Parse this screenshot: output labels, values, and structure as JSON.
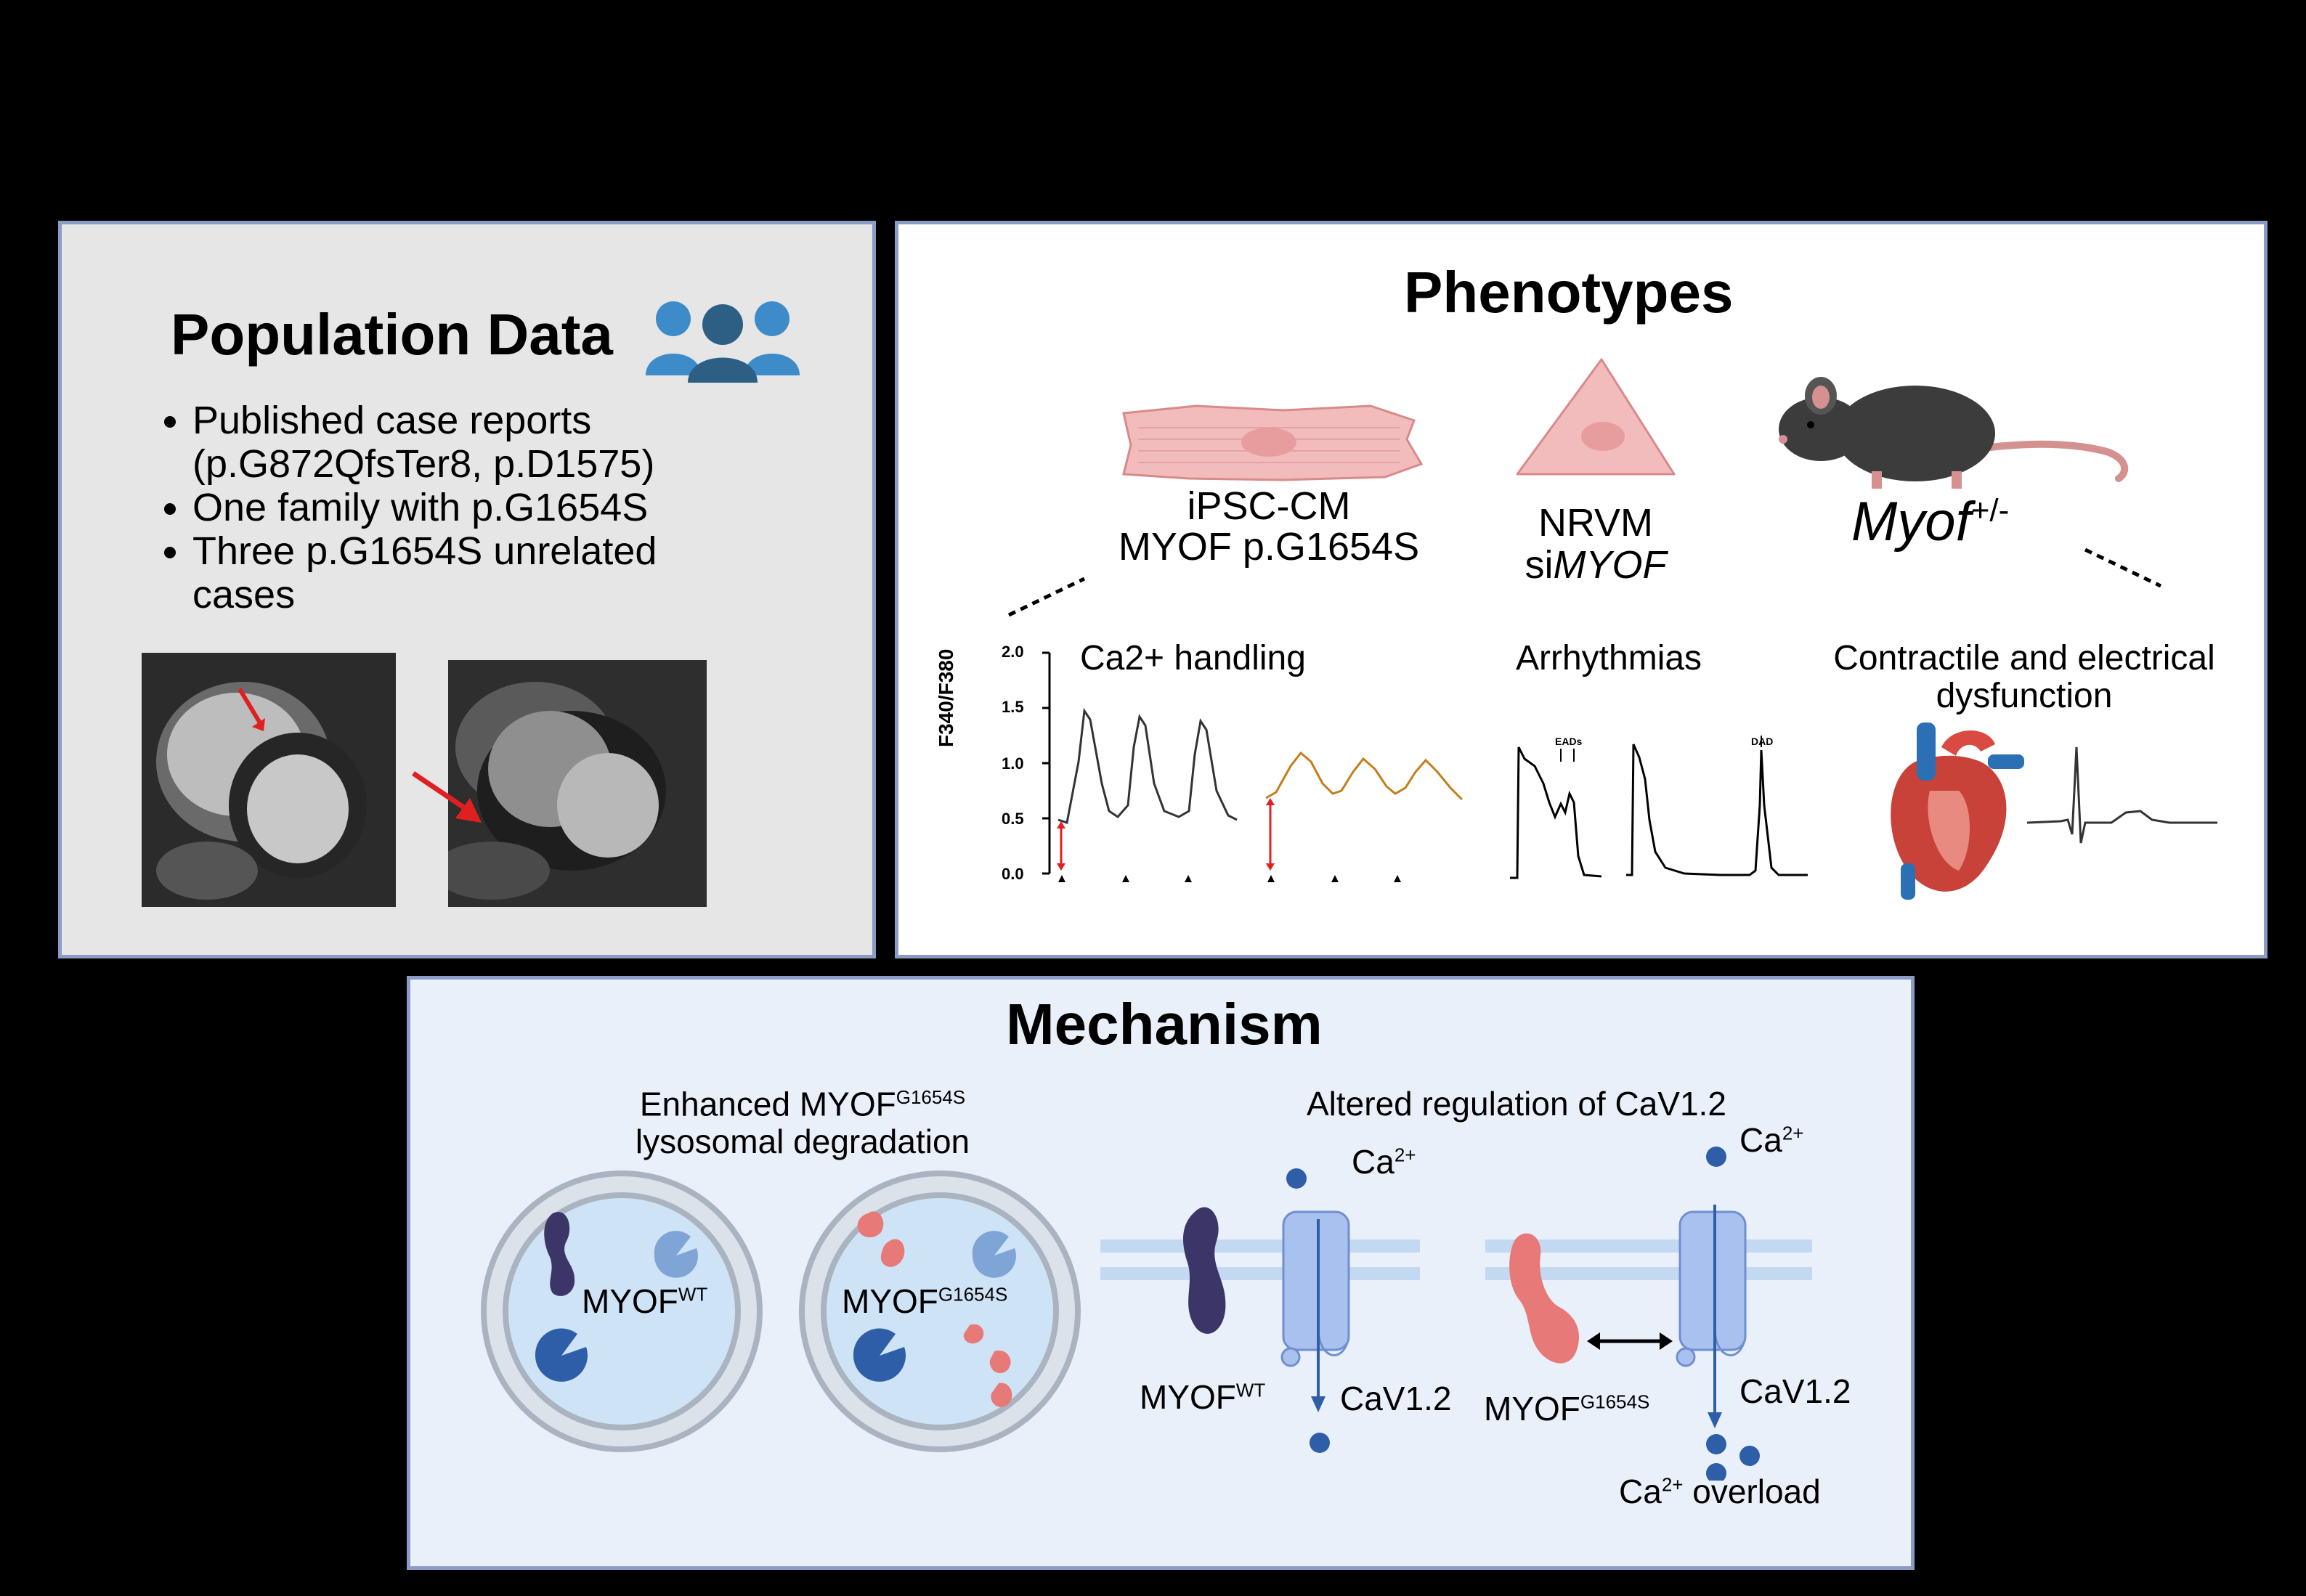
{
  "population": {
    "title": "Population Data",
    "icon": "people-group-icon",
    "bullets": [
      "Published case reports (p.G872QfsTer8, p.D1575)",
      "One family with p.G1654S",
      "Three p.G1654S unrelated cases"
    ]
  },
  "phenotypes": {
    "title": "Phenotypes",
    "models": [
      {
        "line1": "iPSC-CM",
        "line2": "MYOF p.G1654S"
      },
      {
        "line1": "NRVM",
        "line2_prefix": "si",
        "line2_italic": "MYOF"
      },
      {
        "italic": "Myof",
        "superscript": "+/-"
      }
    ],
    "ca_handling": {
      "label": "Ca2+ handling",
      "ylabel": "F340/F380",
      "yticks": [
        "2.0",
        "1.5",
        "1.0",
        "0.5",
        "0.0"
      ]
    },
    "arrhythmias": {
      "label": "Arrhythmias",
      "annotations": [
        "EADs",
        "DAD"
      ]
    },
    "contractile": {
      "line1": "Contractile and electrical",
      "line2": "dysfunction"
    }
  },
  "mechanism": {
    "title": "Mechanism",
    "left_heading_1_base": "Enhanced MYOF",
    "left_heading_1_sup": "G1654S",
    "left_heading_2": "lysosomal degradation",
    "right_heading": "Altered regulation of CaV1.2",
    "myof_label": "MYOF",
    "sup_wt": "WT",
    "sup_mut": "G1654S",
    "ca_base": "Ca",
    "ca_sup": "2+",
    "cav": "CaV1.2",
    "overload": "overload"
  },
  "colors": {
    "panel_border": "#8a9cc4",
    "wt_protein": "#3b3667",
    "mutant_protein": "#e77a78",
    "channel": "#a9c1ef",
    "ion": "#2e5ea8",
    "trace_wt": "#333333",
    "trace_mut": "#c47d1a"
  }
}
